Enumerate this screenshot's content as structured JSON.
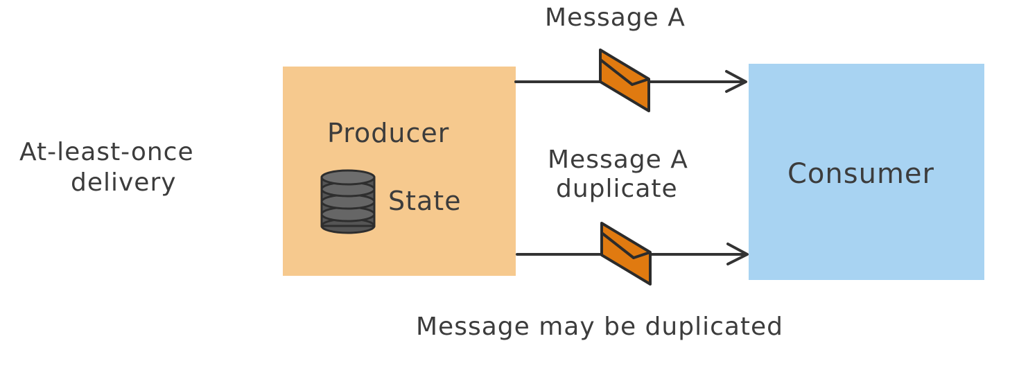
{
  "diagram": {
    "left_caption_line1": "At-least-once",
    "left_caption_line2": "delivery",
    "producer_label": "Producer",
    "state_label": "State",
    "consumer_label": "Consumer",
    "top_message_label": "Message A",
    "bottom_message_label_line1": "Message A",
    "bottom_message_label_line2": "duplicate",
    "bottom_caption": "Message may be duplicated"
  },
  "colors": {
    "producer_fill": "#F6C98E",
    "consumer_fill": "#A8D3F2",
    "envelope_fill": "#E07A10",
    "arrow_stroke": "#333333",
    "database_fill": "#555555"
  },
  "icons": {
    "database": "database-icon",
    "envelope": "envelope-icon"
  }
}
